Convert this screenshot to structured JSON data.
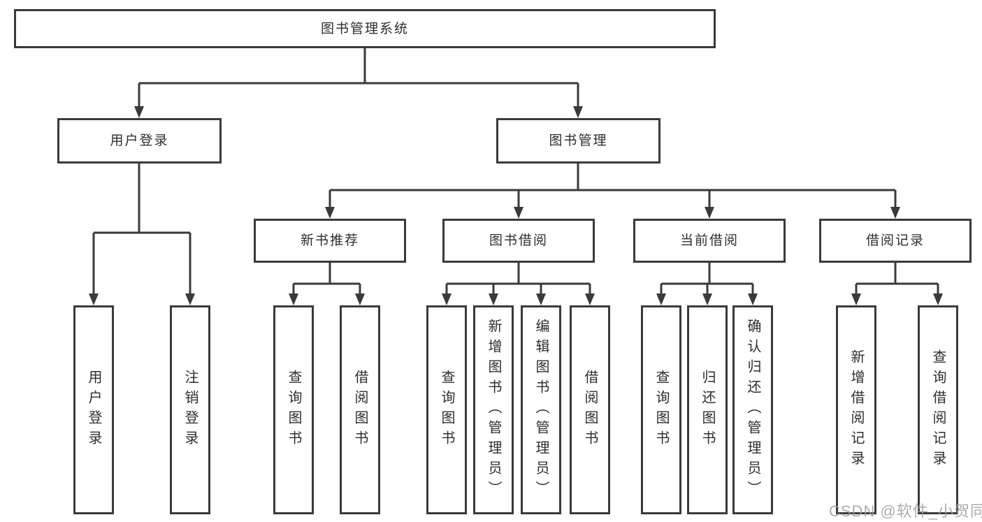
{
  "diagram": {
    "root": {
      "label": "图书管理系统"
    },
    "user_login": {
      "label": "用户登录",
      "children": [
        "用户登录",
        "注销登录"
      ]
    },
    "book_mgmt": {
      "label": "图书管理",
      "sections": {
        "new_books": {
          "label": "新书推荐",
          "children": [
            "查询图书",
            "借阅图书"
          ]
        },
        "borrowing": {
          "label": "图书借阅",
          "children": [
            "查询图书",
            "新增图书（管理员）",
            "编辑图书（管理员）",
            "借阅图书"
          ]
        },
        "current": {
          "label": "当前借阅",
          "children": [
            "查询图书",
            "归还图书",
            "确认归还（管理员）"
          ]
        },
        "records": {
          "label": "借阅记录",
          "children": [
            "新增借阅记录",
            "查询借阅记录"
          ]
        }
      }
    }
  },
  "watermark": "CSDN @软件_小贺同学",
  "colors": {
    "line": "#3a3a3a",
    "box_border": "#3a3a3a",
    "box_bg": "#ffffff",
    "text": "#2e2e2e",
    "watermark": "#9e9e9e"
  }
}
